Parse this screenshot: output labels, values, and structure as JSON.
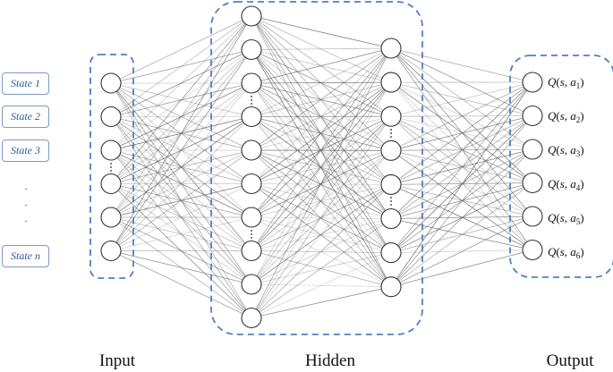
{
  "inputs": [
    "State 1",
    "State 2",
    "State 3",
    "State n"
  ],
  "input_ellipsis": [
    "·",
    "·",
    "·"
  ],
  "outputs": [
    {
      "fn": "Q",
      "s": "s",
      "a": "a",
      "sub": "1"
    },
    {
      "fn": "Q",
      "s": "s",
      "a": "a",
      "sub": "2"
    },
    {
      "fn": "Q",
      "s": "s",
      "a": "a",
      "sub": "3"
    },
    {
      "fn": "Q",
      "s": "s",
      "a": "a",
      "sub": "4"
    },
    {
      "fn": "Q",
      "s": "s",
      "a": "a",
      "sub": "5"
    },
    {
      "fn": "Q",
      "s": "s",
      "a": "a",
      "sub": "6"
    }
  ],
  "layer_labels": {
    "input": "Input",
    "hidden": "Hidden",
    "output": "Output"
  },
  "network": {
    "layer_sizes": [
      6,
      10,
      8,
      6
    ]
  },
  "colors": {
    "group_border": "#4f7fc4",
    "node_stroke": "#333333",
    "edge": "#666666",
    "state_text": "#2a5aa0"
  }
}
